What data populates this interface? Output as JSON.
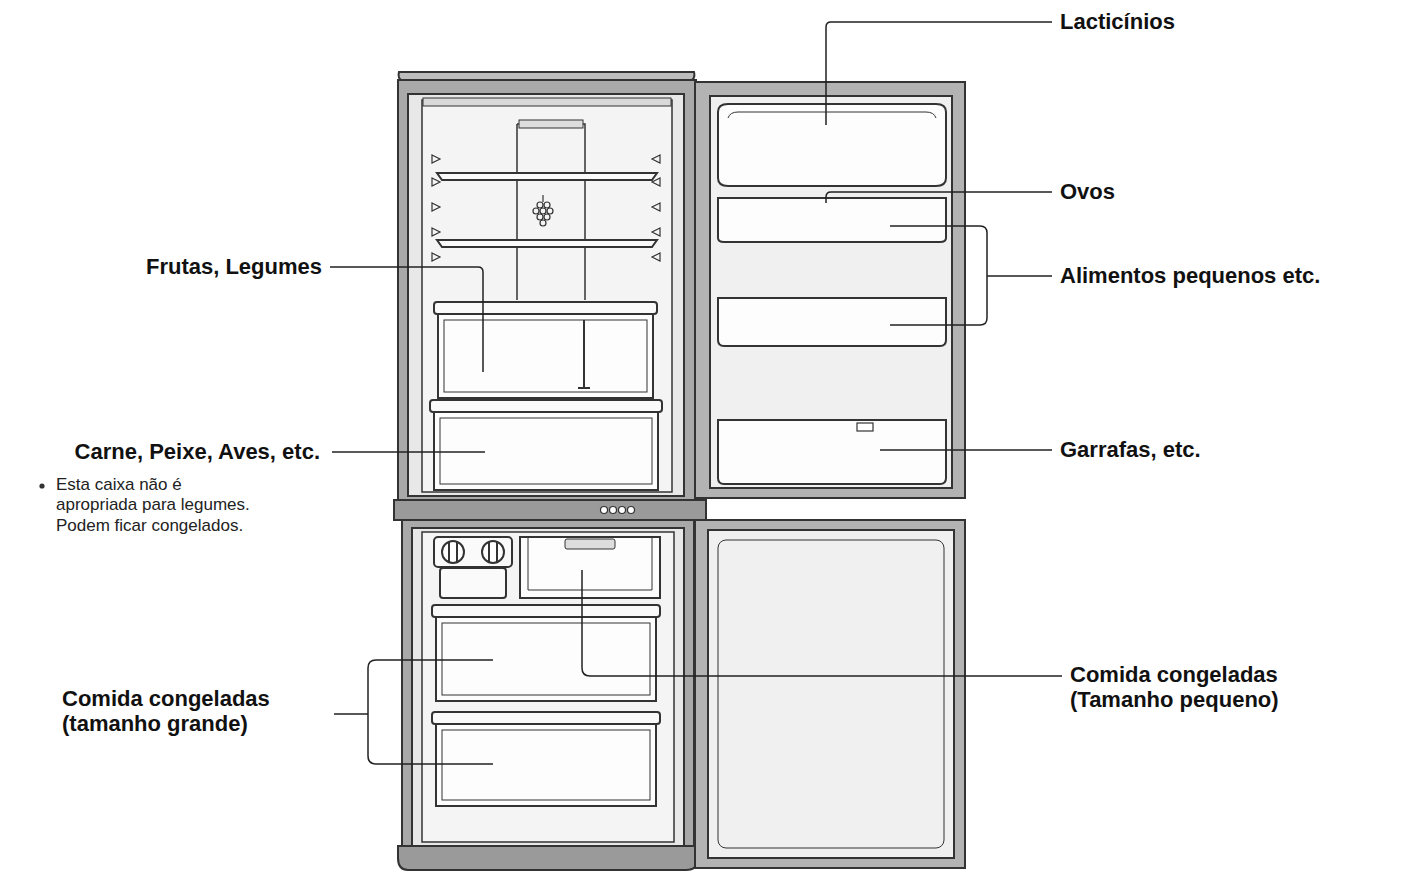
{
  "diagram": {
    "labels": [
      "Lacticínios",
      "Ovos",
      "Alimentos pequenos etc.",
      "Garrafas, etc.",
      "Frutas, Legumes",
      "Carne, Peixe, Aves, etc.",
      "Esta caixa não é apropriada para legumes. Podem ficar congelados.",
      "Comida congeladas (tamanho grande)",
      "Comida congeladas (Tamanho pequeno)"
    ]
  }
}
